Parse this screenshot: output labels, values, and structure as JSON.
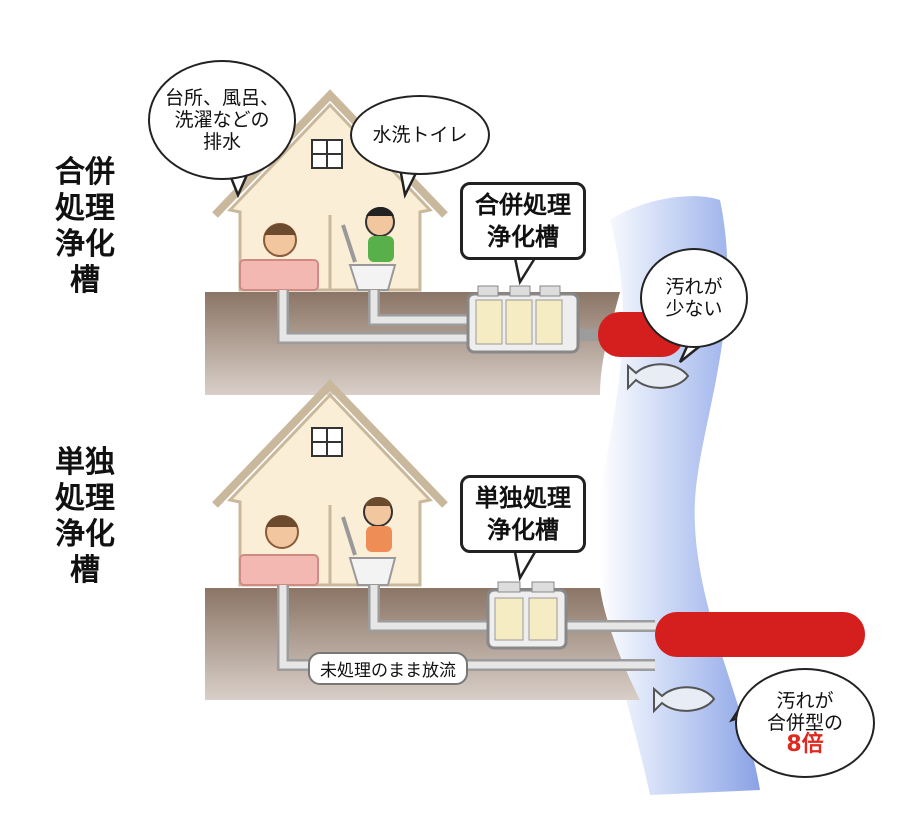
{
  "labels": {
    "combined_system": "合併処理浄化槽",
    "single_system": "単独処理浄化槽"
  },
  "bubbles": {
    "kitchen_bath": [
      "台所、風呂、",
      "洗濯などの",
      "排水"
    ],
    "toilet": "水洗トイレ",
    "less_dirty": [
      "汚れが",
      "少ない"
    ],
    "eight_times": [
      "汚れが",
      "合併型の"
    ],
    "eight_times_emphasis": "8倍"
  },
  "tanks": {
    "combined": [
      "合併処理",
      "浄化槽"
    ],
    "single": [
      "単独処理",
      "浄化槽"
    ]
  },
  "pipes": {
    "untreated": "未処理のまま放流"
  },
  "colors": {
    "ground": "#8a7565",
    "river": "#9fb3ea",
    "house": "#fbeed6",
    "pollution": "#d51e1e",
    "pipe": "#e6e6e6"
  }
}
